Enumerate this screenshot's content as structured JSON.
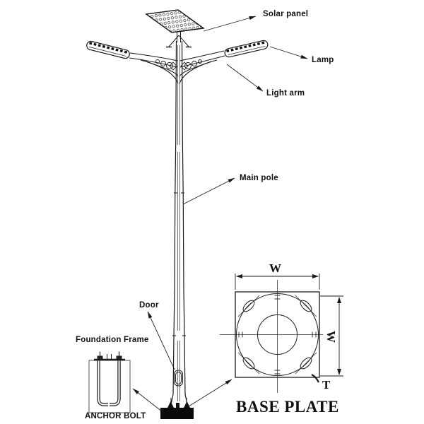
{
  "labels": {
    "solar_panel": "Solar panel",
    "lamp": "Lamp",
    "light_arm": "Light arm",
    "main_pole": "Main pole",
    "door": "Door",
    "foundation_frame": "Foundation Frame",
    "anchor_bolt": "ANCHOR BOLT",
    "base_plate": "BASE PLATE"
  },
  "dimensions": {
    "width_top": "W",
    "width_right": "W",
    "thickness": "T"
  },
  "colors": {
    "ink": "#1a1a1a",
    "background": "#ffffff"
  }
}
